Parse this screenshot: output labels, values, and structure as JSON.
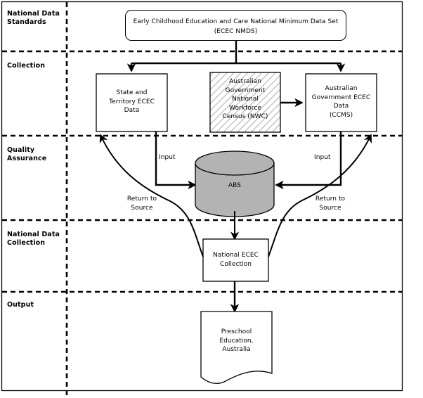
{
  "diagram": {
    "title": "Early Childhood Education and Care National Minimum Data Set\n(ECEC NMDS)",
    "colors": {
      "line": "#000000",
      "cylinder_fill": "#b3b3b3",
      "hatch_fill": "#ffffff",
      "hatch_stroke": "#bfbfbf",
      "background": "#ffffff"
    },
    "swimlanes": [
      {
        "id": "national-data-standards",
        "label": "National Data\nStandards"
      },
      {
        "id": "collection",
        "label": "Collection"
      },
      {
        "id": "quality-assurance",
        "label": "Quality\nAssurance"
      },
      {
        "id": "national-data-collection",
        "label": "National Data\nCollection"
      },
      {
        "id": "output",
        "label": "Output"
      }
    ],
    "nodes": [
      {
        "id": "ecec-nmds",
        "shape": "rounded-rect",
        "label": "Early Childhood Education and Care National Minimum Data Set\n(ECEC NMDS)"
      },
      {
        "id": "state-territory-ecec-data",
        "shape": "rect",
        "label": "State and\nTerritory ECEC\nData"
      },
      {
        "id": "nwc",
        "shape": "rect-hatched",
        "label": "Australian\nGovernment\nNational\nWorkforce\nCensus (NWC)"
      },
      {
        "id": "ccms",
        "shape": "rect",
        "label": "Australian\nGovernment ECEC\nData\n(CCMS)"
      },
      {
        "id": "abs",
        "shape": "cylinder",
        "label": "ABS"
      },
      {
        "id": "national-ecec-collection",
        "shape": "rect",
        "label": "National ECEC\nCollection"
      },
      {
        "id": "preschool-education-australia",
        "shape": "document",
        "label": "Preschool\nEducation,\nAustralia"
      }
    ],
    "edge_labels": [
      {
        "id": "input-left",
        "label": "Input"
      },
      {
        "id": "input-right",
        "label": "Input"
      },
      {
        "id": "return-to-source-left",
        "label": "Return to\nSource"
      },
      {
        "id": "return-to-source-right",
        "label": "Return to\nSource"
      }
    ]
  }
}
